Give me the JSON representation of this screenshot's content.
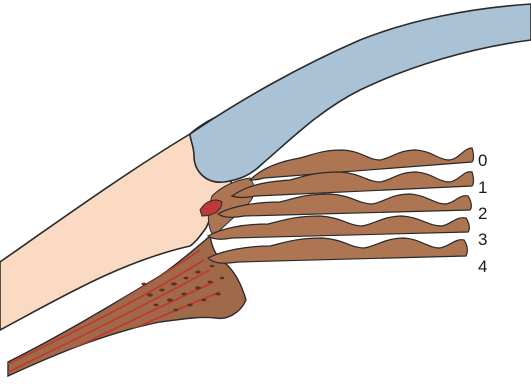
{
  "colors": {
    "background": "#ffffff",
    "cornea": "#a9c2d6",
    "sclera": "#fadac2",
    "iris": "#ad7552",
    "ciliary_body": "#a06a4a",
    "muscle_fibers": "#c03a30",
    "canal": "#c0383a",
    "outline": "#2a2a2a",
    "dots": "#5e3222"
  },
  "grades": [
    {
      "label": "0"
    },
    {
      "label": "1"
    },
    {
      "label": "2"
    },
    {
      "label": "3"
    },
    {
      "label": "4"
    }
  ]
}
